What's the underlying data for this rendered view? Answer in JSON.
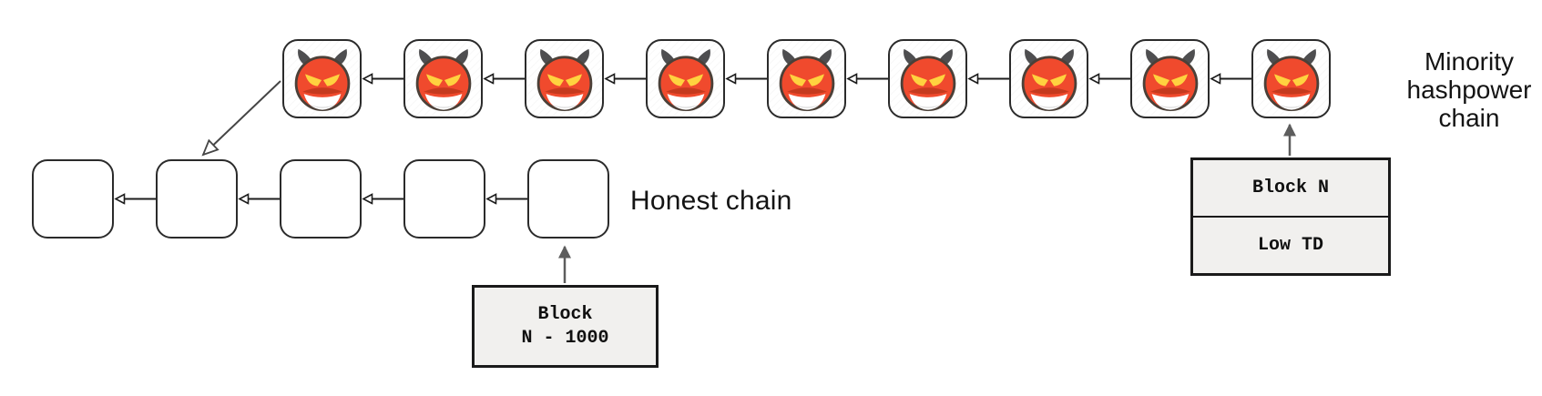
{
  "minority_chain": {
    "label": "Minority hashpower chain",
    "block_count": 9,
    "block_icon": "devil-face-icon"
  },
  "honest_chain": {
    "label": "Honest chain",
    "block_count": 5
  },
  "annotations": {
    "honest_tip": {
      "line1": "Block",
      "line2": "N - 1000"
    },
    "minority_tip": {
      "row1": "Block N",
      "row2": "Low TD"
    }
  },
  "colors": {
    "background": "#ffffff",
    "block_border": "#2b2b2b",
    "arrow_black": "#1d1d1d",
    "arrow_gray": "#5d5d5d",
    "label_box_fill": "#f1f0ee",
    "label_box_border": "#1a1a1a",
    "text": "#141414",
    "devil_face": "#f04a2d",
    "devil_horns": "#4e4e50",
    "devil_eyes": "#ffd23f",
    "devil_mouth": "#ffffff"
  }
}
